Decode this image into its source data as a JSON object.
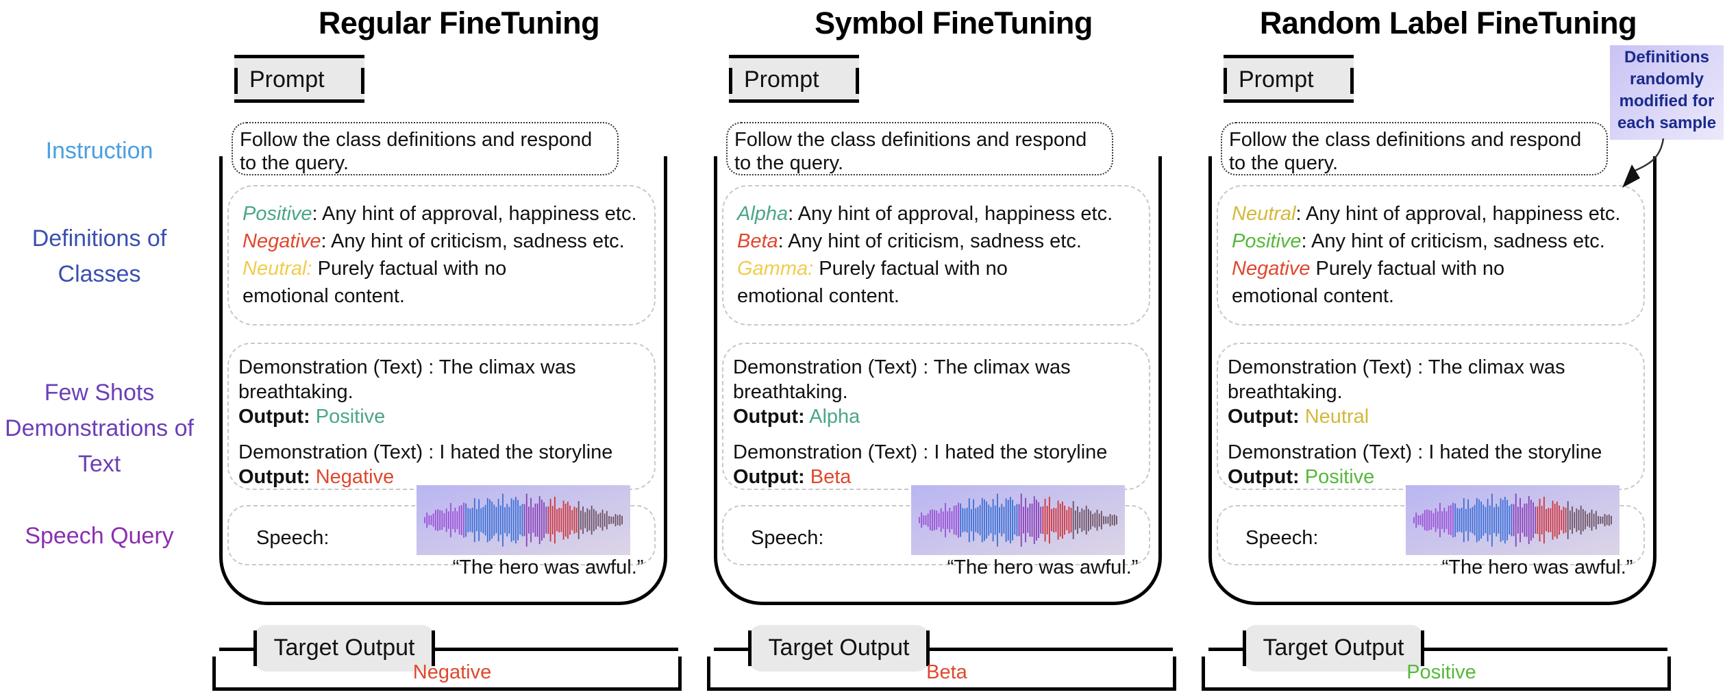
{
  "row_labels": {
    "instruction": "Instruction",
    "definitions_line1": "Definitions of",
    "definitions_line2": "Classes",
    "few_shots_line1": "Few Shots",
    "few_shots_line2": "Demonstrations of",
    "few_shots_line3": "Text",
    "speech_query": "Speech Query"
  },
  "common": {
    "prompt": "Prompt",
    "instruction_line1": "Follow the class definitions and respond",
    "instruction_line2": "to the query.",
    "def1_text": ": Any hint of approval, happiness etc.",
    "def2_text": ": Any hint of criticism, sadness etc.",
    "def3_text": " Purely factual with no",
    "def3_line2": "emotional content.",
    "demo1_line1": "Demonstration (Text) : The climax was",
    "demo1_line2": "breathtaking.",
    "demo2_line1": "Demonstration (Text) : I hated the storyline",
    "output_label": "Output:",
    "speech_label": "Speech:",
    "speech_quote": "“The hero was awful.”",
    "target_output": "Target Output"
  },
  "panels": [
    {
      "title": "Regular FineTuning",
      "def1_label": "Positive",
      "def2_label": "Negative",
      "def3_label": "Neutral:",
      "def1_color": "#4aa58a",
      "def2_color": "#e0472c",
      "def3_color": "#f0cc4a",
      "out1": "Positive",
      "out1_color": "#4aa58a",
      "out2": "Negative",
      "out2_color": "#e0472c",
      "target": "Negative",
      "target_color": "#e0472c"
    },
    {
      "title": "Symbol FineTuning",
      "def1_label": "Alpha",
      "def2_label": "Beta",
      "def3_label": "Gamma:",
      "def1_color": "#4aa58a",
      "def2_color": "#e0472c",
      "def3_color": "#f0cc4a",
      "out1": "Alpha",
      "out1_color": "#4aa58a",
      "out2": "Beta",
      "out2_color": "#e0472c",
      "target": "Beta",
      "target_color": "#e0472c"
    },
    {
      "title": "Random Label FineTuning",
      "def1_label": "Neutral",
      "def2_label": "Positive",
      "def3_label": "Negative",
      "def1_color": "#d4b83a",
      "def2_color": "#55b83a",
      "def3_color": "#e0472c",
      "out1": "Neutral",
      "out1_color": "#d4b83a",
      "out2": "Positive",
      "out2_color": "#55b83a",
      "target": "Positive",
      "target_color": "#55b83a"
    }
  ],
  "note": {
    "line1": "Definitions",
    "line2": "randomly",
    "line3": "modified for",
    "line4": "each sample"
  },
  "colors": {
    "instruction_label": "#4a9fe0",
    "definitions_label": "#3b4fb0",
    "few_shots_label": "#6a3fb8",
    "speech_label": "#8a2fb0"
  }
}
